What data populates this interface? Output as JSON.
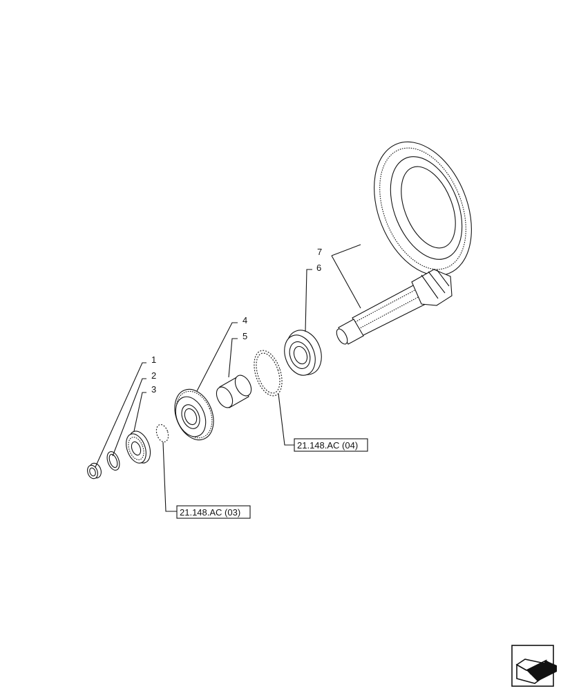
{
  "diagram": {
    "callouts": [
      {
        "id": "1",
        "text": "1"
      },
      {
        "id": "2",
        "text": "2"
      },
      {
        "id": "3",
        "text": "3"
      },
      {
        "id": "4",
        "text": "4"
      },
      {
        "id": "5",
        "text": "5"
      },
      {
        "id": "6",
        "text": "6"
      },
      {
        "id": "7",
        "text": "7"
      }
    ],
    "references": [
      {
        "text": "21.148.AC (03)"
      },
      {
        "text": "21.148.AC (04)"
      }
    ],
    "nav_icon": "next-page-arrow-icon"
  }
}
